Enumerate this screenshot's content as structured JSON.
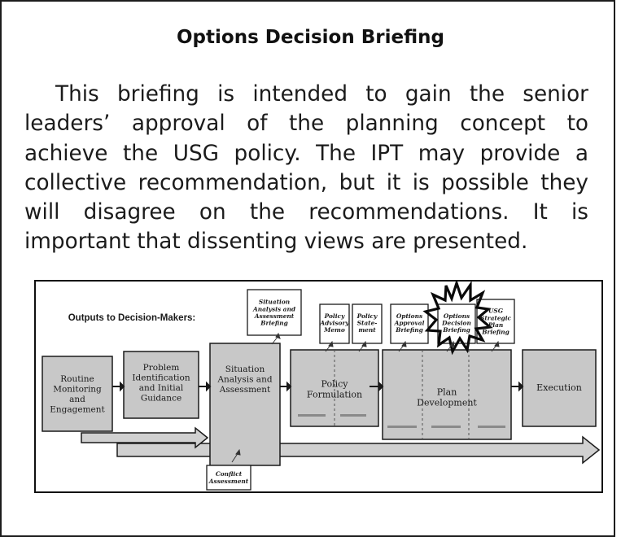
{
  "document": {
    "title": "Options Decision Briefing",
    "paragraph": "This briefing is intended to gain the senior leaders’ approval of the planning concept to achieve the USG policy. The IPT may provide a collective recommenda­tion, but it is possible they will disagree on the recom­mendations. It is important that dissenting views are presented."
  },
  "figure": {
    "outputs_label": "Outputs to Decision-Makers:",
    "main_boxes": [
      [
        "Routine",
        "Monitoring",
        "and",
        "Engagement"
      ],
      [
        "Problem",
        "Identification",
        "and Initial",
        "Guidance"
      ],
      [
        "Situation",
        "Analysis and",
        "Assessment"
      ],
      [
        "Policy",
        "Formulation"
      ],
      [
        "Plan",
        "Development"
      ],
      [
        "Execution"
      ]
    ],
    "outputs": [
      [
        "Situation",
        "Analysis and",
        "Assessment",
        "Briefing"
      ],
      [
        "Policy",
        "Advisory",
        "Memo"
      ],
      [
        "Policy",
        "State-",
        "ment"
      ],
      [
        "Options",
        "Approval",
        "Briefing"
      ],
      [
        "Options",
        "Decision",
        "Briefing"
      ],
      [
        "USG",
        "Strategic",
        "Plan",
        "Briefing"
      ]
    ],
    "conflict_assessment": [
      "Conflict",
      "Assessment"
    ],
    "highlighted_output": "Options Decision Briefing"
  }
}
